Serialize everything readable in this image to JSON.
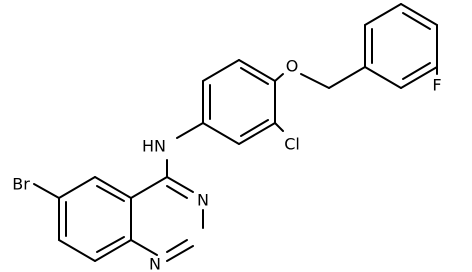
{
  "structure": {
    "line_color": "#000000",
    "background": "#ffffff",
    "atoms": {
      "bromine": "Br",
      "amine": "N",
      "amine_h": "H",
      "ring_n_upper": "N",
      "ring_n_lower": "N",
      "chlorine": "Cl",
      "ether_oxygen": "O",
      "fluorine": "F"
    }
  }
}
